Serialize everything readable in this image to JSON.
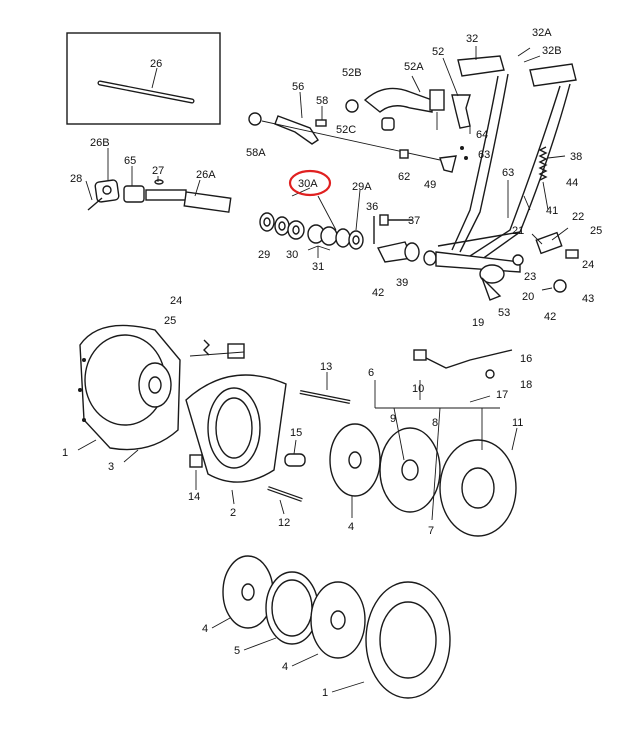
{
  "highlight_color": "#e02020",
  "highlighted_label": "30A",
  "labels": {
    "l26": "26",
    "l26b": "26B",
    "l26a": "26A",
    "l27": "27",
    "l28": "28",
    "l65": "65",
    "l56": "56",
    "l58": "58",
    "l58a": "58A",
    "l52b": "52B",
    "l52a": "52A",
    "l52c": "52C",
    "l52": "52",
    "l32": "32",
    "l32a": "32A",
    "l32b": "32B",
    "l64": "64",
    "l63a": "63",
    "l62": "62",
    "l49": "49",
    "l38": "38",
    "l63b": "63",
    "l44": "44",
    "l41": "41",
    "l30a": "30A",
    "l29a": "29A",
    "l36": "36",
    "l37": "37",
    "l29": "29",
    "l30": "30",
    "l31": "31",
    "l42a": "42",
    "l39": "39",
    "l22": "22",
    "l21": "21",
    "l25a": "25",
    "l24a": "24",
    "l20": "20",
    "l23": "23",
    "l43": "43",
    "l19": "19",
    "l53": "53",
    "l42b": "42",
    "l24b": "24",
    "l25b": "25",
    "l1a": "1",
    "l3": "3",
    "l13": "13",
    "l6": "6",
    "l16": "16",
    "l10": "10",
    "l18": "18",
    "l17": "17",
    "l9": "9",
    "l8": "8",
    "l11": "11",
    "l15": "15",
    "l14": "14",
    "l2": "2",
    "l12": "12",
    "l4a": "4",
    "l7": "7",
    "l4b": "4",
    "l5": "5",
    "l4c": "4",
    "l1b": "1"
  }
}
